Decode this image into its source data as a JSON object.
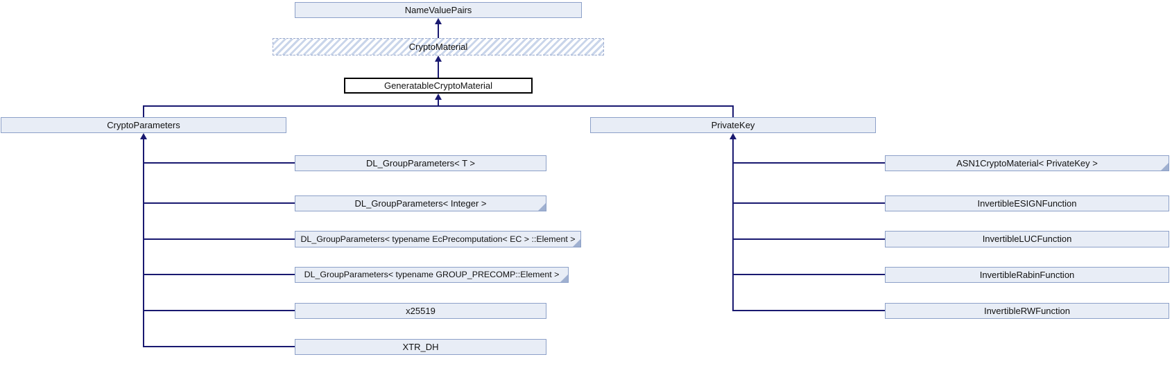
{
  "diagram": {
    "type": "class-inheritance-graph",
    "root": {
      "label": "GeneratableCryptoMaterial"
    },
    "ancestors": [
      {
        "label": "NameValuePairs",
        "style": "normal"
      },
      {
        "label": "CryptoMaterial",
        "style": "hatched-dashed"
      }
    ],
    "subclasses": [
      {
        "label": "CryptoParameters"
      },
      {
        "label": "PrivateKey"
      }
    ],
    "crypto_parameters_children": [
      {
        "label": "DL_GroupParameters< T >",
        "truncated": false
      },
      {
        "label": "DL_GroupParameters< Integer >",
        "truncated": true
      },
      {
        "label": "DL_GroupParameters< typename EcPrecomputation< EC > ::Element >",
        "truncated": true
      },
      {
        "label": "DL_GroupParameters< typename GROUP_PRECOMP::Element >",
        "truncated": true
      },
      {
        "label": "x25519",
        "truncated": false
      },
      {
        "label": "XTR_DH",
        "truncated": false
      }
    ],
    "private_key_children": [
      {
        "label": "ASN1CryptoMaterial< PrivateKey >",
        "truncated": true
      },
      {
        "label": "InvertibleESIGNFunction",
        "truncated": false
      },
      {
        "label": "InvertibleLUCFunction",
        "truncated": false
      },
      {
        "label": "InvertibleRabinFunction",
        "truncated": false
      },
      {
        "label": "InvertibleRWFunction",
        "truncated": false
      }
    ],
    "colors": {
      "node_fill": "#e8edf6",
      "node_border": "#8ca0c8",
      "edge": "#191970",
      "current_node_border": "#000000",
      "hatch_stripe": "#c9d5ea",
      "fold_marker": "#9fb0d0",
      "text": "#111111"
    }
  }
}
